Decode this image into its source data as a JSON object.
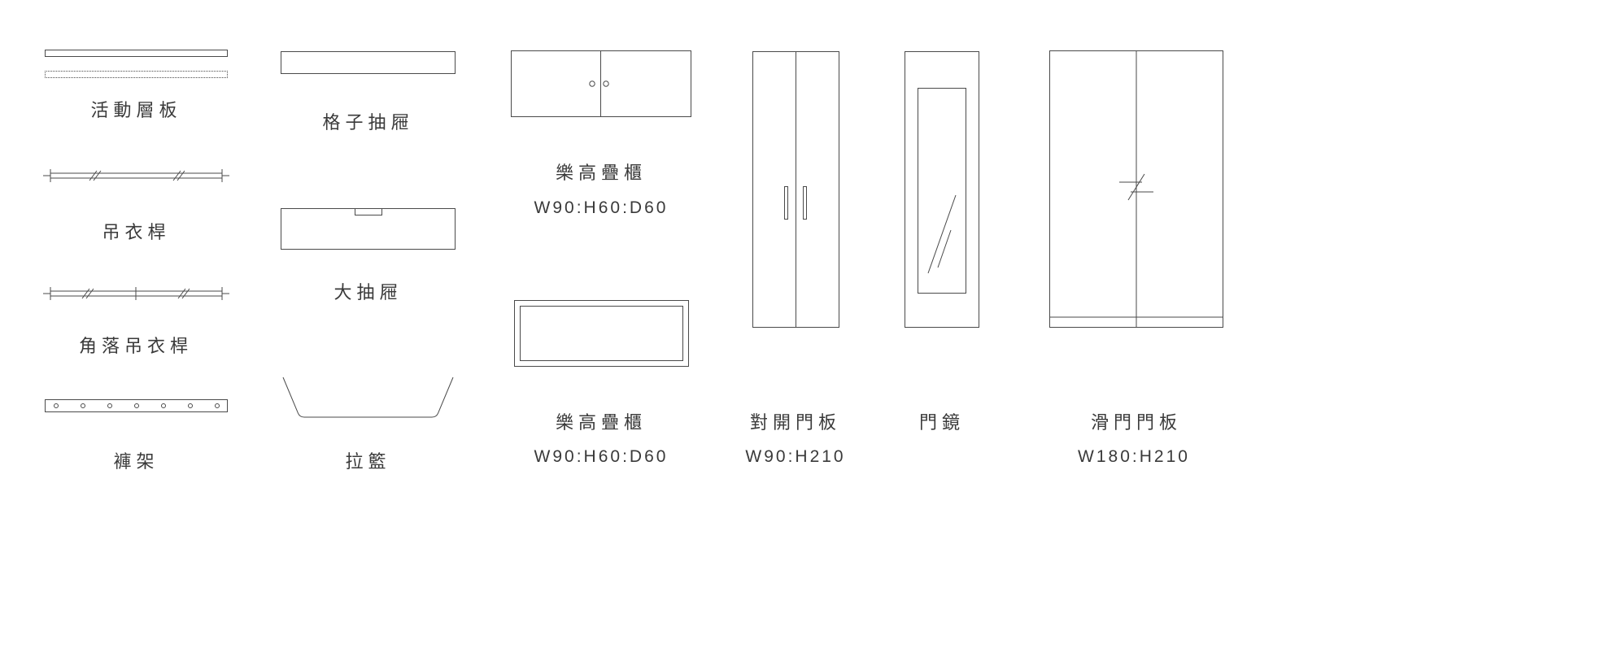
{
  "legend": {
    "line_color": "#4a4a4a",
    "text_color": "#3a3a3a",
    "background": "#ffffff"
  },
  "items": {
    "movable_shelf": {
      "label": "活動層板"
    },
    "hanging_rod": {
      "label": "吊衣桿"
    },
    "corner_hanging_rod": {
      "label": "角落吊衣桿"
    },
    "pants_rack": {
      "label": "褲架"
    },
    "grid_drawer": {
      "label": "格子抽屜"
    },
    "large_drawer": {
      "label": "大抽屜"
    },
    "pull_basket": {
      "label": "拉籃"
    },
    "lego_stack_cabinet_front": {
      "label": "樂高疊櫃",
      "dims": "W90:H60:D60"
    },
    "lego_stack_cabinet_top": {
      "label": "樂高疊櫃",
      "dims": "W90:H60:D60"
    },
    "double_swing_door": {
      "label": "對開門板",
      "dims": "W90:H210"
    },
    "door_mirror": {
      "label": "門鏡"
    },
    "sliding_door": {
      "label": "滑門門板",
      "dims": "W180:H210"
    }
  }
}
